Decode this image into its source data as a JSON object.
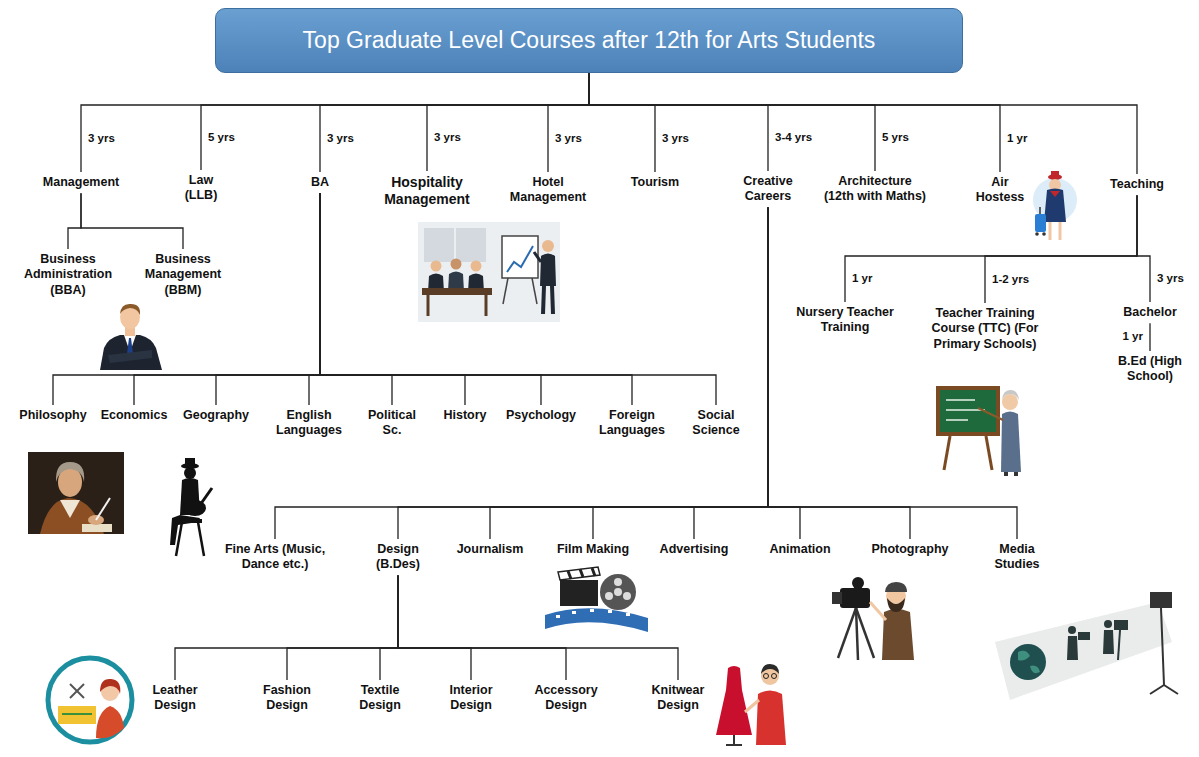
{
  "diagram": {
    "nodes": [
      {
        "text": [
          "Top Graduate Level Courses after 12th for Arts Students"
        ]
      },
      {
        "text": [
          "Management"
        ]
      },
      {
        "text": [
          "Law (LLB)"
        ]
      },
      {
        "text": [
          "BA"
        ]
      },
      {
        "text": [
          "Hospitality Management"
        ]
      },
      {
        "text": [
          "Hotel Management"
        ]
      },
      {
        "text": [
          "Tourism"
        ]
      },
      {
        "text": [
          "Creative Careers"
        ]
      },
      {
        "text": [
          "Architecture (12th with Maths)"
        ]
      },
      {
        "text": [
          "Air Hostess"
        ]
      },
      {
        "text": [
          "Teaching"
        ]
      },
      {
        "text": [
          "Business Administration (BBA)"
        ]
      },
      {
        "text": [
          "Business Management (BBM)"
        ]
      },
      {
        "text": [
          "Nursery Teacher Training"
        ]
      },
      {
        "text": [
          "Teacher Training Course (TTC) (For Primary Schools)"
        ]
      },
      {
        "text": [
          "Bachelor"
        ]
      },
      {
        "text": [
          "B.Ed (High School)"
        ]
      },
      {
        "text": [
          "Philosophy"
        ]
      },
      {
        "text": [
          "Economics"
        ]
      },
      {
        "text": [
          "Geography"
        ]
      },
      {
        "text": [
          "English Languages"
        ]
      },
      {
        "text": [
          "Political Sc."
        ]
      },
      {
        "text": [
          "History"
        ]
      },
      {
        "text": [
          "Psychology"
        ]
      },
      {
        "text": [
          "Foreign Languages"
        ]
      },
      {
        "text": [
          "Social Science"
        ]
      },
      {
        "text": [
          "Fine Arts (Music, Dance etc.)"
        ]
      },
      {
        "text": [
          "Design (B.Des)"
        ]
      },
      {
        "text": [
          "Journalism"
        ]
      },
      {
        "text": [
          "Film Making"
        ]
      },
      {
        "text": [
          "Advertising"
        ]
      },
      {
        "text": [
          "Animation"
        ]
      },
      {
        "text": [
          "Photography"
        ]
      },
      {
        "text": [
          "Media Studies"
        ]
      },
      {
        "text": [
          "Leather Design"
        ]
      },
      {
        "text": [
          "Fashion Design"
        ]
      },
      {
        "text": [
          "Textile Design"
        ]
      },
      {
        "text": [
          "Interior Design"
        ]
      },
      {
        "text": [
          "Accessory Design"
        ]
      },
      {
        "text": [
          "Knitwear Design"
        ]
      }
    ],
    "edges": [
      {
        "from": 0,
        "to": 1,
        "label": "3 yrs",
        "arrow": "none"
      },
      {
        "from": 0,
        "to": 2,
        "label": "5 yrs",
        "arrow": "none"
      },
      {
        "from": 0,
        "to": 3,
        "label": "3 yrs",
        "arrow": "none"
      },
      {
        "from": 0,
        "to": 4,
        "label": "3 yrs",
        "arrow": "none"
      },
      {
        "from": 0,
        "to": 5,
        "label": "3 yrs",
        "arrow": "none"
      },
      {
        "from": 0,
        "to": 6,
        "label": "3 yrs",
        "arrow": "none"
      },
      {
        "from": 0,
        "to": 7,
        "label": "3-4 yrs",
        "arrow": "none"
      },
      {
        "from": 0,
        "to": 8,
        "label": "5 yrs",
        "arrow": "none"
      },
      {
        "from": 0,
        "to": 9,
        "label": "1 yr",
        "arrow": "none"
      },
      {
        "from": 0,
        "to": 10,
        "arrow": "none"
      },
      {
        "from": 1,
        "to": 11,
        "arrow": "none"
      },
      {
        "from": 1,
        "to": 12,
        "arrow": "none"
      },
      {
        "from": 10,
        "to": 13,
        "label": "1 yr",
        "arrow": "none"
      },
      {
        "from": 10,
        "to": 14,
        "label": "1-2 yrs",
        "arrow": "none"
      },
      {
        "from": 10,
        "to": 15,
        "label": "3 yrs",
        "arrow": "none"
      },
      {
        "from": 15,
        "to": 16,
        "label": "1 yr",
        "arrow": "none"
      },
      {
        "from": 3,
        "to": 17,
        "arrow": "none"
      },
      {
        "from": 3,
        "to": 18,
        "arrow": "none"
      },
      {
        "from": 3,
        "to": 19,
        "arrow": "none"
      },
      {
        "from": 3,
        "to": 20,
        "arrow": "none"
      },
      {
        "from": 3,
        "to": 21,
        "arrow": "none"
      },
      {
        "from": 3,
        "to": 22,
        "arrow": "none"
      },
      {
        "from": 3,
        "to": 23,
        "arrow": "none"
      },
      {
        "from": 3,
        "to": 24,
        "arrow": "none"
      },
      {
        "from": 3,
        "to": 25,
        "arrow": "none"
      },
      {
        "from": 7,
        "to": 26,
        "arrow": "none"
      },
      {
        "from": 7,
        "to": 27,
        "arrow": "none"
      },
      {
        "from": 7,
        "to": 28,
        "arrow": "none"
      },
      {
        "from": 7,
        "to": 29,
        "arrow": "none"
      },
      {
        "from": 7,
        "to": 30,
        "arrow": "none"
      },
      {
        "from": 7,
        "to": 31,
        "arrow": "none"
      },
      {
        "from": 7,
        "to": 32,
        "arrow": "none"
      },
      {
        "from": 7,
        "to": 33,
        "arrow": "none"
      },
      {
        "from": 27,
        "to": 34,
        "arrow": "none"
      },
      {
        "from": 27,
        "to": 35,
        "arrow": "none"
      },
      {
        "from": 27,
        "to": 36,
        "arrow": "none"
      },
      {
        "from": 27,
        "to": 37,
        "arrow": "none"
      },
      {
        "from": 27,
        "to": 38,
        "arrow": "none"
      },
      {
        "from": 27,
        "to": 39,
        "arrow": "none"
      }
    ]
  }
}
